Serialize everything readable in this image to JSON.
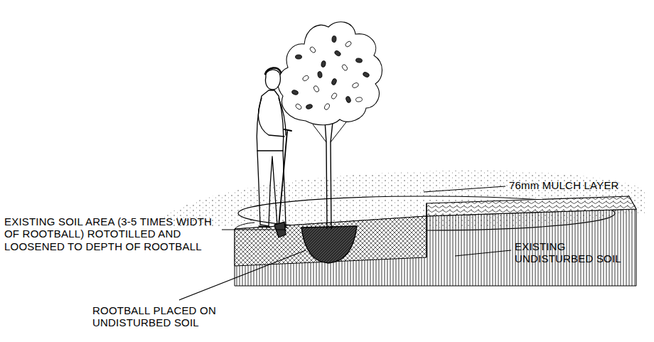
{
  "diagram": {
    "labels": [
      "76mm MULCH LAYER",
      "EXISTING UNDISTURBED SOIL",
      "EXISTING SOIL AREA (3-5 TIMES WIDTH OF ROOTBALL) ROTOTILLED AND LOOSENED TO DEPTH OF ROOTBALL",
      "ROOTBALL PLACED ON UNDISTURBED SOIL"
    ]
  }
}
